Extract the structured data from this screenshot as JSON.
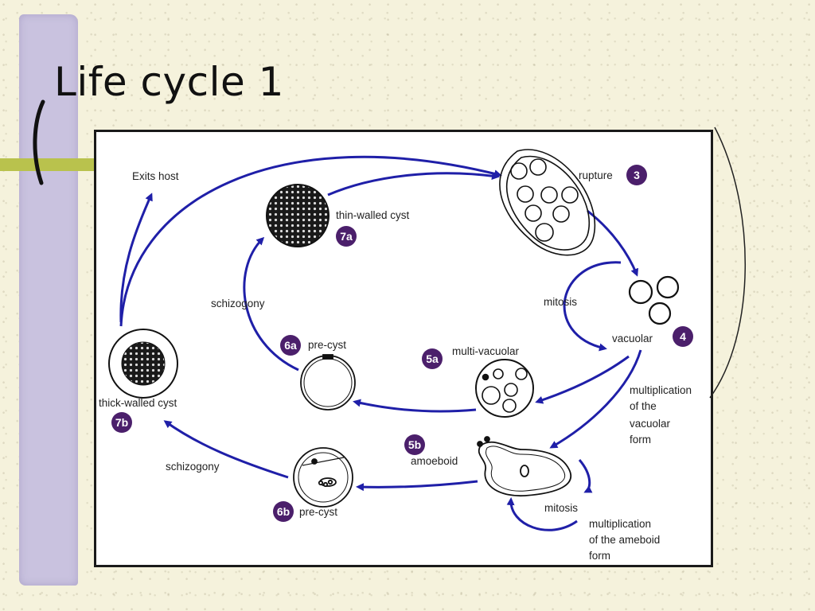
{
  "slide": {
    "title": "Life cycle 1"
  },
  "diagram": {
    "labels": {
      "exits_host": "Exits host",
      "thin_walled_cyst": "thin-walled cyst",
      "rupture": "rupture",
      "schizogony_top": "schizogony",
      "mitosis_top": "mitosis",
      "vacuolar": "vacuolar",
      "pre_cyst_a": "pre-cyst",
      "multi_vacuolar": "multi-vacuolar",
      "thick_walled_cyst": "thick-walled cyst",
      "multiplication_vacuolar_1": "multiplication",
      "multiplication_vacuolar_2": "of the",
      "multiplication_vacuolar_3": "vacuolar",
      "multiplication_vacuolar_4": "form",
      "amoeboid": "amoeboid",
      "schizogony_bottom": "schizogony",
      "pre_cyst_b": "pre-cyst",
      "mitosis_bottom": "mitosis",
      "multiplication_ameboid_1": "multiplication",
      "multiplication_ameboid_2": "of the ameboid",
      "multiplication_ameboid_3": "form"
    },
    "badges": {
      "b3": "3",
      "b4": "4",
      "b5a": "5a",
      "b5b": "5b",
      "b6a": "6a",
      "b6b": "6b",
      "b7a": "7a",
      "b7b": "7b"
    },
    "colors": {
      "arrow": "#1f1fa8",
      "badge": "#4b1f6b",
      "left_bar": "#c9c2df",
      "accent_bar": "#b9c24d"
    }
  }
}
